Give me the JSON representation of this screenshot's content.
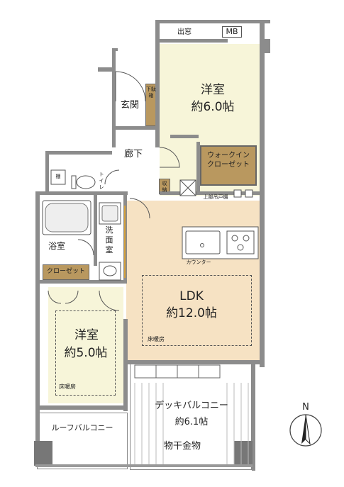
{
  "colors": {
    "wall": "#8c8c8c",
    "bedroom_fill": "#f7f5d9",
    "ldk_fill": "#f6e2c3",
    "wood_fill": "#b9985f",
    "floor_white": "#ffffff"
  },
  "rooms": {
    "western_room_1": {
      "name": "洋室",
      "size": "約6.0帖"
    },
    "western_room_2": {
      "name": "洋室",
      "size": "約5.0帖"
    },
    "ldk": {
      "name": "LDK",
      "size": "約12.0帖"
    },
    "entrance": "玄関",
    "shoe_box": "下駄箱",
    "hallway": "廊下",
    "walk_in_closet": "ウォークイン\nクローゼット",
    "toilet": "トイレ",
    "shelf": "棚",
    "bathroom": "浴室",
    "washroom": "洗面室",
    "closet": "クローゼット",
    "storage": "収納",
    "bay_window": "出窓",
    "mb": "MB",
    "upper_cabinet": "上部吊戸棚",
    "counter": "カウンター",
    "deck_balcony": {
      "name": "デッキバルコニー",
      "size": "約6.1帖"
    },
    "roof_balcony": "ルーフバルコニー",
    "drying_hardware": "物干金物"
  },
  "floor_heating": "床暖房",
  "compass": {
    "label": "N"
  }
}
